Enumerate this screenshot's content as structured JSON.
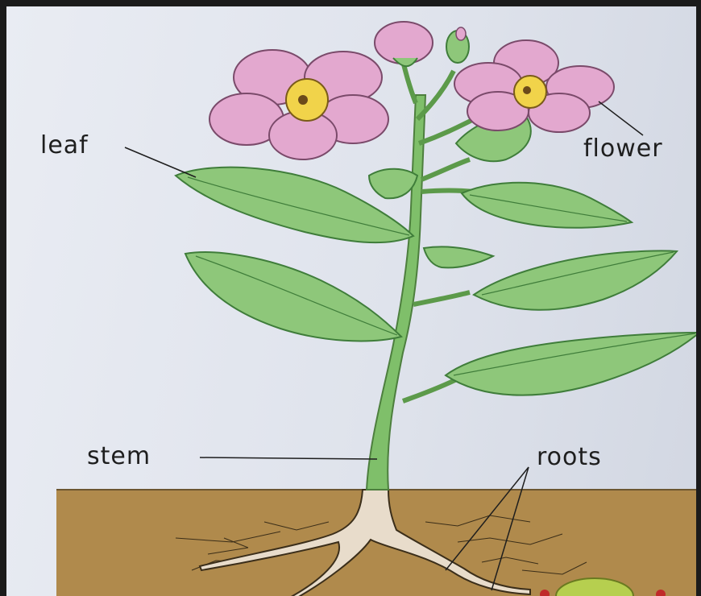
{
  "diagram": {
    "labels": {
      "leaf": "leaf",
      "flower": "flower",
      "stem": "stem",
      "roots": "roots"
    },
    "colors": {
      "soil": "#b08a4c",
      "leaf": "#8ec77a",
      "leaf_dark": "#3f7d3a",
      "stem": "#7fbf6a",
      "petal": "#e3a8cf",
      "flower_center": "#f1d34a",
      "root": "#e8dccb"
    }
  }
}
